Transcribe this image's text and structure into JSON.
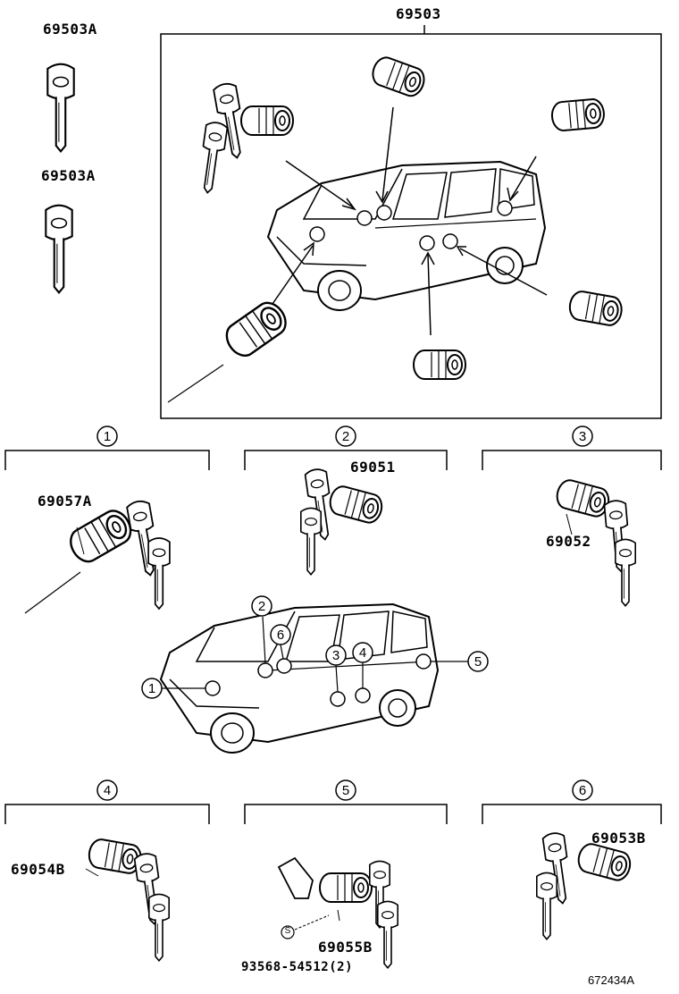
{
  "parts": {
    "assembly": "69503",
    "key_a1": "69503A",
    "key_a2": "69503A",
    "p_69057A": "69057A",
    "p_69051": "69051",
    "p_69052": "69052",
    "p_69054B": "69054B",
    "p_69055B": "69055B",
    "p_69053B": "69053B",
    "bolt": "93568-54512(2)",
    "bolt_symbol": "S"
  },
  "callouts": {
    "c1": "1",
    "c2": "2",
    "c3": "3",
    "c4": "4",
    "c5": "5",
    "c6": "6"
  },
  "catalog_number": "672434A",
  "icons": [
    "key-icon",
    "lock-cylinder-icon",
    "van-icon",
    "arrow-icon"
  ]
}
